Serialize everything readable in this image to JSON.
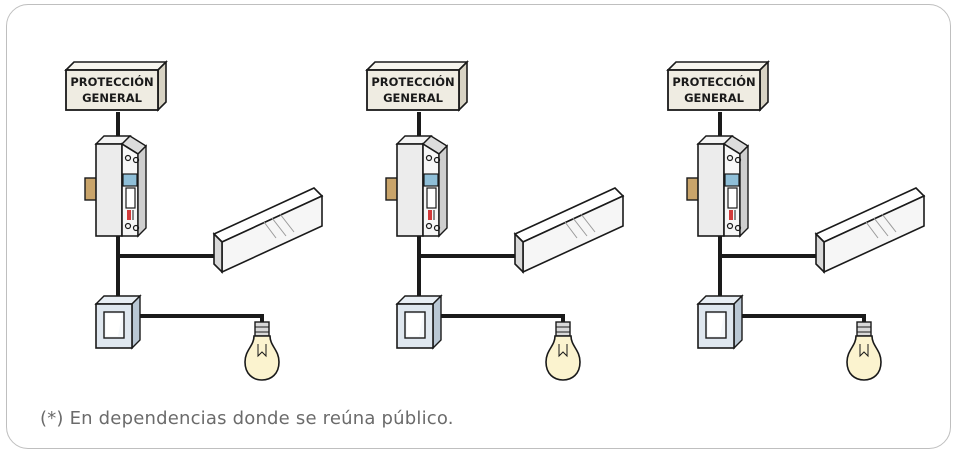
{
  "diagrams": [
    {
      "box_line1": "PROTECCIÓN",
      "box_line2": "GENERAL"
    },
    {
      "box_line1": "PROTECCIÓN",
      "box_line2": "GENERAL"
    },
    {
      "box_line1": "PROTECCIÓN",
      "box_line2": "GENERAL"
    }
  ],
  "footnote": "(*) En dependencias donde se reúna público.",
  "colors": {
    "wire": "#1a1a1a",
    "box_fill": "#efece2",
    "bulb_fill": "#fbf3cf",
    "breaker_handle": "#c9a46a",
    "breaker_blue": "#8fbfd8",
    "breaker_red": "#d23a3a"
  },
  "icons": [
    "protection-box-icon",
    "circuit-breaker-icon",
    "emergency-light-icon",
    "wall-switch-icon",
    "light-bulb-icon"
  ]
}
